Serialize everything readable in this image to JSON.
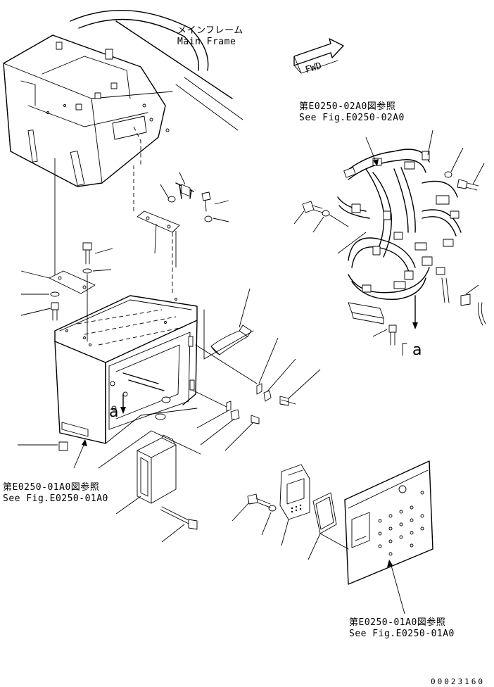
{
  "labels": {
    "main_frame_jp": "メインフレーム",
    "main_frame_en": "Main Frame",
    "fwd": "FWD",
    "ref_top_jp": "第E0250-02A0図参照",
    "ref_top_en": "See Fig.E0250-02A0",
    "ref_left_jp": "第E0250-01A0図参照",
    "ref_left_en": "See Fig.E0250-01A0",
    "ref_bottom_jp": "第E0250-01A0図参照",
    "ref_bottom_en": "See Fig.E0250-01A0",
    "marker_a1": "a",
    "marker_a2": "a",
    "doc_id": "00023160"
  }
}
